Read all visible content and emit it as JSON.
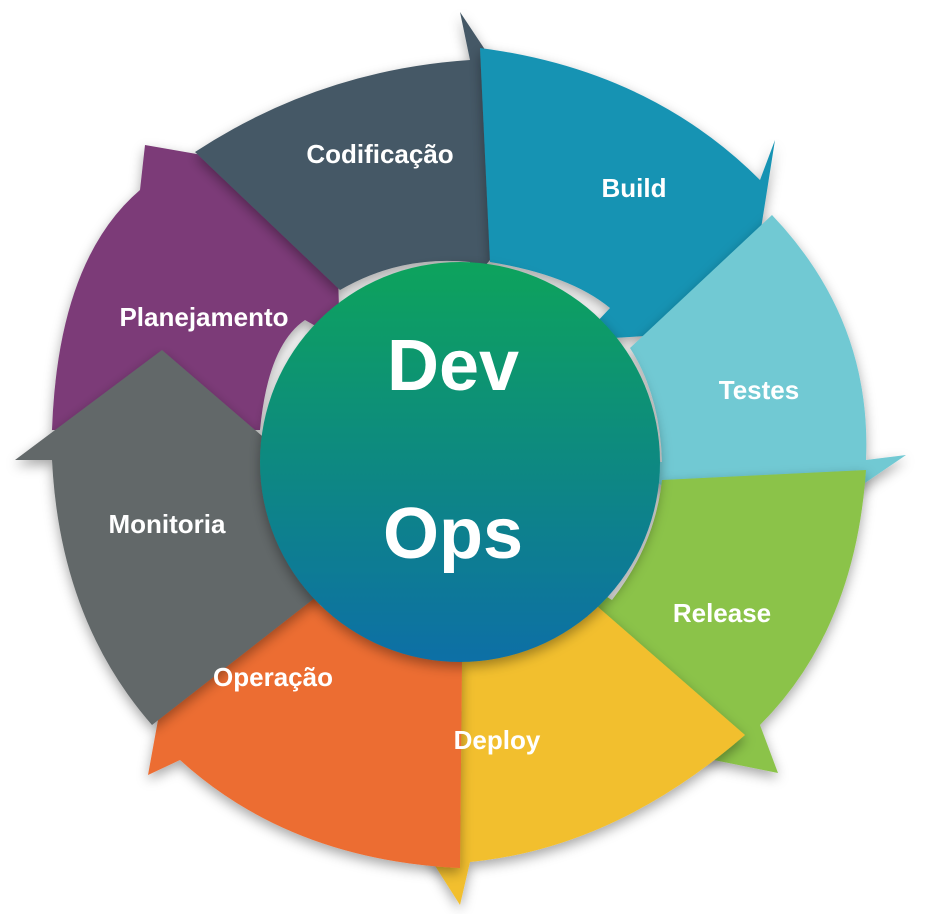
{
  "center": {
    "line1": "Dev",
    "line2": "Ops",
    "gradient_top": "#0aa35c",
    "gradient_bottom": "#0a6fa6"
  },
  "segments": [
    {
      "id": "codificacao",
      "label": "Codificação",
      "color": "#455866"
    },
    {
      "id": "build",
      "label": "Build",
      "color": "#1993b3"
    },
    {
      "id": "testes",
      "label": "Testes",
      "color": "#71c9d3"
    },
    {
      "id": "release",
      "label": "Release",
      "color": "#8bc34a"
    },
    {
      "id": "deploy",
      "label": "Deploy",
      "color": "#f2bf2f"
    },
    {
      "id": "operacao",
      "label": "Operação",
      "color": "#ec6d33"
    },
    {
      "id": "monitoria",
      "label": "Monitoria",
      "color": "#626769"
    },
    {
      "id": "planejamento",
      "label": "Planejamento",
      "color": "#7b3b78"
    }
  ]
}
